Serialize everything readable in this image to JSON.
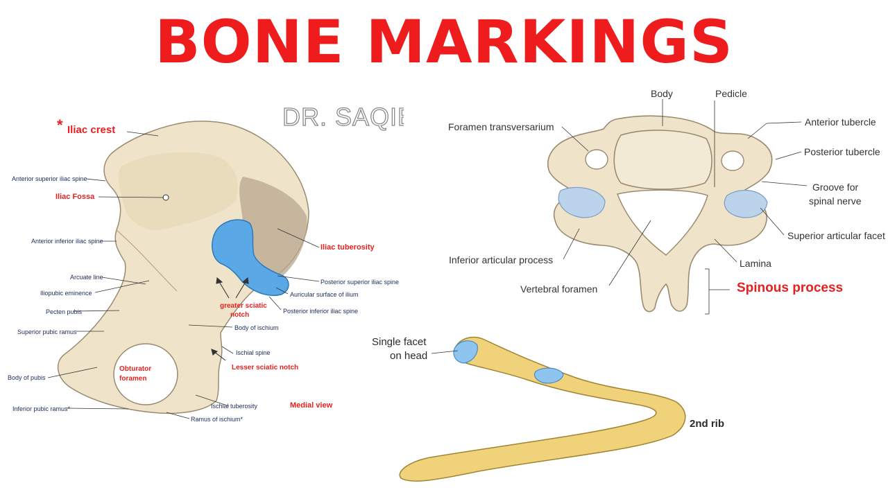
{
  "title": "BONE MARKINGS",
  "watermark": "DR. SAQIB",
  "colors": {
    "title": "#ee1c1c",
    "bone": "#efe4c9",
    "bone_shade": "#c9b89a",
    "cartilage_blue": "#5aa8e6",
    "rib_yellow": "#efd27a",
    "label_navy": "#1f2a5a",
    "label_red": "#e52020"
  },
  "hip_bone": {
    "star": "*",
    "iliac_crest": "Iliac crest",
    "anterior_superior_iliac_spine": "Anterior superior iliac spine",
    "iliac_fossa": "Iliac Fossa",
    "anterior_inferior_iliac_spine": "Anterior inferior iliac spine",
    "iliac_tuberosity": "Iliac tuberosity",
    "arcuate_line": "Arcuate line",
    "iliopubic_eminence": "Iliopubic eminence",
    "posterior_superior_iliac_spine": "Posterior superior iliac spine",
    "auricular_surface": "Auricular surface of ilium",
    "pecten_pubis": "Pecten pubis",
    "greater_sciatic_notch_1": "greater sciatic",
    "greater_sciatic_notch_2": "notch",
    "posterior_inferior_iliac_spine": "Posterior inferior iliac spine",
    "body_of_ischium": "Body of ischium",
    "superior_pubic_ramus": "Superior pubic ramus",
    "ischial_spine": "Ischial spine",
    "lesser_sciatic_notch": "Lesser sciatic notch",
    "obturator_foramen_1": "Obturator",
    "obturator_foramen_2": "foramen",
    "body_of_pubis": "Body of pubis",
    "ischial_tuberosity": "Ischial tuberosity",
    "medial_view": "Medial view",
    "inferior_pubic_ramus": "Inferior pubic ramus*",
    "ramus_of_ischium": "Ramus of ischium*"
  },
  "vertebra": {
    "body": "Body",
    "pedicle": "Pedicle",
    "foramen_transversarium": "Foramen transversarium",
    "anterior_tubercle": "Anterior tubercle",
    "posterior_tubercle": "Posterior tubercle",
    "groove_1": "Groove for",
    "groove_2": "spinal nerve",
    "superior_articular_facet": "Superior articular facet",
    "inferior_articular_process": "Inferior articular process",
    "lamina": "Lamina",
    "vertebral_foramen": "Vertebral foramen",
    "spinous_process": "Spinous process"
  },
  "rib": {
    "single_facet_1": "Single facet",
    "single_facet_2": "on head",
    "second_rib": "2nd rib"
  }
}
